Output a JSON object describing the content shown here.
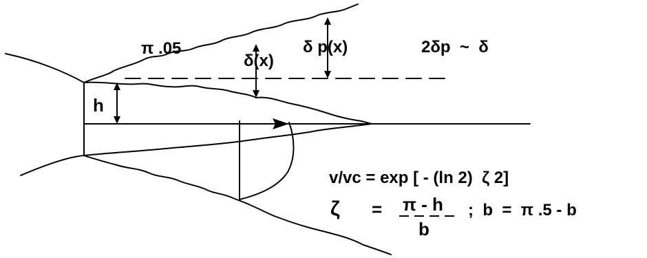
{
  "labels": {
    "pi_005": "π .05",
    "delta_x": "δ(x)",
    "delta_p_x": "δ p(x)",
    "relation": "2δp  ~  δ",
    "h": "h",
    "velocity_eq": "v/vc = exp [ - (ln 2)  ζ 2]",
    "zeta": "ζ",
    "equals": "=",
    "frac_num": "π - h",
    "frac_den": "b",
    "b_def": ";  b  =  π .5 - b"
  }
}
